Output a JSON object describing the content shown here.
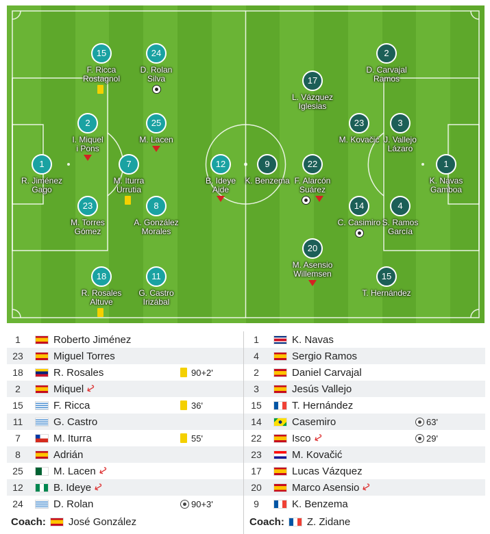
{
  "home_players": [
    {
      "number": "1",
      "name": "R. Jiménez\nGago",
      "marks": []
    },
    {
      "number": "23",
      "name": "M. Torres\nGómez",
      "marks": []
    },
    {
      "number": "2",
      "name": "I. Miquel\ni Pons",
      "marks": [
        "sub"
      ]
    },
    {
      "number": "7",
      "name": "M. Iturra\nUrrutia",
      "marks": [
        "yellow"
      ]
    },
    {
      "number": "8",
      "name": "A. González\nMorales",
      "marks": []
    },
    {
      "number": "25",
      "name": "M. Lacen",
      "marks": [
        "sub"
      ]
    },
    {
      "number": "12",
      "name": "B. Ideye\nAide",
      "marks": [
        "sub"
      ]
    },
    {
      "number": "15",
      "name": "F. Ricca\nRostagnol",
      "marks": [
        "yellow"
      ]
    },
    {
      "number": "24",
      "name": "D. Rolan\nSilva",
      "marks": [
        "ball"
      ]
    },
    {
      "number": "18",
      "name": "R. Rosales\nAltuve",
      "marks": [
        "yellow"
      ]
    },
    {
      "number": "11",
      "name": "G. Castro\nIrizábal",
      "marks": []
    }
  ],
  "away_players": [
    {
      "number": "1",
      "name": "K. Navas\nGamboa",
      "marks": []
    },
    {
      "number": "2",
      "name": "D. Carvajal\nRamos",
      "marks": []
    },
    {
      "number": "3",
      "name": "J. Vallejo\nLázaro",
      "marks": []
    },
    {
      "number": "4",
      "name": "S. Ramos\nGarcía",
      "marks": []
    },
    {
      "number": "15",
      "name": "T. Hernández",
      "marks": []
    },
    {
      "number": "23",
      "name": "M. Kovačić",
      "marks": []
    },
    {
      "number": "14",
      "name": "C. Casimiro",
      "marks": [
        "ball"
      ]
    },
    {
      "number": "17",
      "name": "L. Vázquez\nIglesias",
      "marks": []
    },
    {
      "number": "22",
      "name": "F. Alarcón\nSuárez",
      "marks": [
        "ball",
        "sub"
      ]
    },
    {
      "number": "20",
      "name": "M. Asensio\nWillemsen",
      "marks": [
        "sub"
      ]
    },
    {
      "number": "9",
      "name": "K. Benzema",
      "marks": []
    }
  ],
  "home_lineup": [
    {
      "number": "1",
      "name": "Roberto Jiménez",
      "flag": "esp",
      "event": null
    },
    {
      "number": "23",
      "name": "Miguel Torres",
      "flag": "esp",
      "event": null
    },
    {
      "number": "18",
      "name": "R. Rosales",
      "flag": "ven",
      "event": {
        "type": "yellow",
        "minute": "90+2'"
      }
    },
    {
      "number": "2",
      "name": "Miquel",
      "flag": "esp",
      "sub": true,
      "event": null
    },
    {
      "number": "15",
      "name": "F. Ricca",
      "flag": "uru",
      "event": {
        "type": "yellow",
        "minute": "36'"
      }
    },
    {
      "number": "11",
      "name": "G. Castro",
      "flag": "uru",
      "event": null
    },
    {
      "number": "7",
      "name": "M. Iturra",
      "flag": "chi",
      "event": {
        "type": "yellow",
        "minute": "55'"
      }
    },
    {
      "number": "8",
      "name": "Adrián",
      "flag": "esp",
      "event": null
    },
    {
      "number": "25",
      "name": "M. Lacen",
      "flag": "alg",
      "sub": true,
      "event": null
    },
    {
      "number": "12",
      "name": "B. Ideye",
      "flag": "nga",
      "sub": true,
      "event": null
    },
    {
      "number": "24",
      "name": "D. Rolan",
      "flag": "uru",
      "event": {
        "type": "goal",
        "minute": "90+3'"
      }
    }
  ],
  "away_lineup": [
    {
      "number": "1",
      "name": "K. Navas",
      "flag": "crc",
      "event": null
    },
    {
      "number": "4",
      "name": "Sergio Ramos",
      "flag": "esp",
      "event": null
    },
    {
      "number": "2",
      "name": "Daniel Carvajal",
      "flag": "esp",
      "event": null
    },
    {
      "number": "3",
      "name": "Jesús Vallejo",
      "flag": "esp",
      "event": null
    },
    {
      "number": "15",
      "name": "T. Hernández",
      "flag": "fra",
      "event": null
    },
    {
      "number": "14",
      "name": "Casemiro",
      "flag": "bra",
      "event": {
        "type": "goal",
        "minute": "63'"
      }
    },
    {
      "number": "22",
      "name": "Isco",
      "flag": "esp",
      "sub": true,
      "event": {
        "type": "goal",
        "minute": "29'"
      }
    },
    {
      "number": "23",
      "name": "M. Kovačić",
      "flag": "cro",
      "event": null
    },
    {
      "number": "17",
      "name": "Lucas Vázquez",
      "flag": "esp",
      "event": null
    },
    {
      "number": "20",
      "name": "Marco Asensio",
      "flag": "esp",
      "sub": true,
      "event": null
    },
    {
      "number": "9",
      "name": "K. Benzema",
      "flag": "fra",
      "event": null
    }
  ],
  "coaches": {
    "label": "Coach:",
    "home": {
      "name": "José González",
      "flag": "esp"
    },
    "away": {
      "name": "Z. Zidane",
      "flag": "fra"
    }
  },
  "colors": {
    "home_marker": "#1aa2a2",
    "away_marker": "#1c5f57",
    "pitch_light": "#6ab435",
    "pitch_dark": "#5ea82b",
    "yellow_card": "#f4d000",
    "sub_arrow": "#d32222"
  }
}
